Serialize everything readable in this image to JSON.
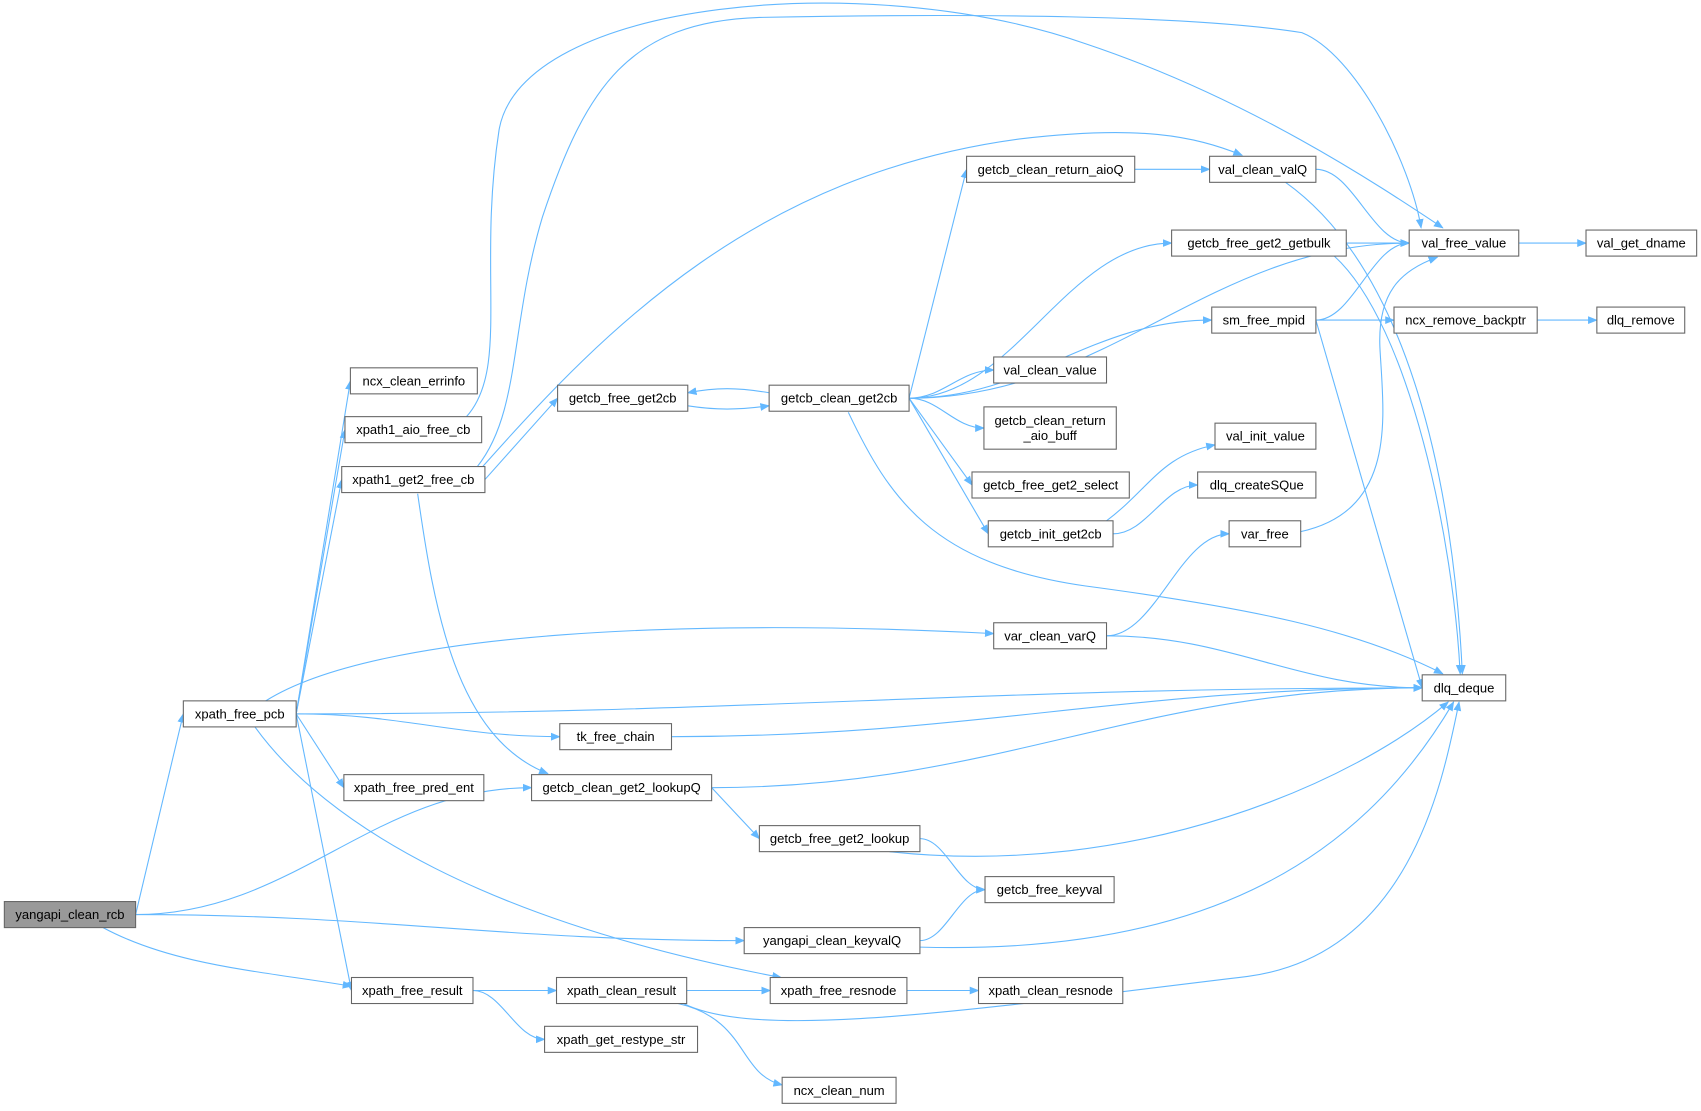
{
  "graph": {
    "root": "yangapi_clean_rcb",
    "colors": {
      "edge": "#63b8ff",
      "root_fill": "#999999",
      "node_border": "#666666"
    },
    "nodes": [
      {
        "id": "yangapi_clean_rcb",
        "label": "yangapi_clean_rcb"
      },
      {
        "id": "xpath_free_pcb",
        "label": "xpath_free_pcb"
      },
      {
        "id": "ncx_clean_errinfo",
        "label": "ncx_clean_errinfo"
      },
      {
        "id": "xpath1_aio_free_cb",
        "label": "xpath1_aio_free_cb"
      },
      {
        "id": "xpath1_get2_free_cb",
        "label": "xpath1_get2_free_cb"
      },
      {
        "id": "xpath_free_pred_ent",
        "label": "xpath_free_pred_ent"
      },
      {
        "id": "xpath_free_result",
        "label": "xpath_free_result"
      },
      {
        "id": "getcb_free_get2cb",
        "label": "getcb_free_get2cb"
      },
      {
        "id": "getcb_clean_get2_lookupQ",
        "label": "getcb_clean_get2_lookupQ"
      },
      {
        "id": "tk_free_chain",
        "label": "tk_free_chain"
      },
      {
        "id": "xpath_clean_result",
        "label": "xpath_clean_result"
      },
      {
        "id": "xpath_get_restype_str",
        "label": "xpath_get_restype_str"
      },
      {
        "id": "ncx_clean_num",
        "label": "ncx_clean_num"
      },
      {
        "id": "getcb_clean_get2cb",
        "label": "getcb_clean_get2cb"
      },
      {
        "id": "getcb_free_get2_lookup",
        "label": "getcb_free_get2_lookup"
      },
      {
        "id": "yangapi_clean_keyvalQ",
        "label": "yangapi_clean_keyvalQ"
      },
      {
        "id": "xpath_free_resnode",
        "label": "xpath_free_resnode"
      },
      {
        "id": "getcb_clean_return_aioQ",
        "label": "getcb_clean_return_aioQ"
      },
      {
        "id": "val_clean_value",
        "label": "val_clean_value"
      },
      {
        "id": "getcb_clean_return_aio_buff",
        "label": "getcb_clean_return",
        "label2": "_aio_buff"
      },
      {
        "id": "getcb_free_get2_select",
        "label": "getcb_free_get2_select"
      },
      {
        "id": "getcb_init_get2cb",
        "label": "getcb_init_get2cb"
      },
      {
        "id": "var_clean_varQ",
        "label": "var_clean_varQ"
      },
      {
        "id": "getcb_free_keyval",
        "label": "getcb_free_keyval"
      },
      {
        "id": "xpath_clean_resnode",
        "label": "xpath_clean_resnode"
      },
      {
        "id": "val_clean_valQ",
        "label": "val_clean_valQ"
      },
      {
        "id": "getcb_free_get2_getbulk",
        "label": "getcb_free_get2_getbulk"
      },
      {
        "id": "sm_free_mpid",
        "label": "sm_free_mpid"
      },
      {
        "id": "val_init_value",
        "label": "val_init_value"
      },
      {
        "id": "dlq_createSQue",
        "label": "dlq_createSQue"
      },
      {
        "id": "var_free",
        "label": "var_free"
      },
      {
        "id": "val_free_value",
        "label": "val_free_value"
      },
      {
        "id": "ncx_remove_backptr",
        "label": "ncx_remove_backptr"
      },
      {
        "id": "dlq_deque",
        "label": "dlq_deque"
      },
      {
        "id": "val_get_dname",
        "label": "val_get_dname"
      },
      {
        "id": "dlq_remove",
        "label": "dlq_remove"
      }
    ],
    "edges": [
      [
        "yangapi_clean_rcb",
        "xpath_free_pcb"
      ],
      [
        "yangapi_clean_rcb",
        "getcb_clean_get2_lookupQ"
      ],
      [
        "yangapi_clean_rcb",
        "yangapi_clean_keyvalQ"
      ],
      [
        "yangapi_clean_rcb",
        "xpath_free_result"
      ],
      [
        "xpath_free_pcb",
        "ncx_clean_errinfo"
      ],
      [
        "xpath_free_pcb",
        "xpath1_aio_free_cb"
      ],
      [
        "xpath_free_pcb",
        "xpath1_get2_free_cb"
      ],
      [
        "xpath_free_pcb",
        "var_clean_varQ"
      ],
      [
        "xpath_free_pcb",
        "dlq_deque"
      ],
      [
        "xpath_free_pcb",
        "tk_free_chain"
      ],
      [
        "xpath_free_pcb",
        "xpath_free_pred_ent"
      ],
      [
        "xpath_free_pcb",
        "xpath_free_resnode"
      ],
      [
        "xpath_free_pcb",
        "xpath_free_result"
      ],
      [
        "xpath1_aio_free_cb",
        "val_free_value"
      ],
      [
        "xpath1_get2_free_cb",
        "val_free_value"
      ],
      [
        "xpath1_get2_free_cb",
        "val_clean_valQ"
      ],
      [
        "xpath1_get2_free_cb",
        "getcb_free_get2cb"
      ],
      [
        "xpath1_get2_free_cb",
        "getcb_clean_get2_lookupQ"
      ],
      [
        "getcb_free_get2cb",
        "getcb_clean_get2cb"
      ],
      [
        "getcb_clean_get2cb",
        "getcb_free_get2cb"
      ],
      [
        "getcb_clean_get2cb",
        "getcb_clean_return_aioQ"
      ],
      [
        "getcb_clean_get2cb",
        "val_free_value"
      ],
      [
        "getcb_clean_get2cb",
        "getcb_free_get2_getbulk"
      ],
      [
        "getcb_clean_get2cb",
        "sm_free_mpid"
      ],
      [
        "getcb_clean_get2cb",
        "val_clean_value"
      ],
      [
        "getcb_clean_get2cb",
        "getcb_clean_return_aio_buff"
      ],
      [
        "getcb_clean_get2cb",
        "getcb_free_get2_select"
      ],
      [
        "getcb_clean_get2cb",
        "getcb_init_get2cb"
      ],
      [
        "getcb_clean_get2cb",
        "dlq_deque"
      ],
      [
        "getcb_clean_return_aioQ",
        "val_clean_valQ"
      ],
      [
        "val_clean_valQ",
        "val_free_value"
      ],
      [
        "val_clean_valQ",
        "dlq_deque"
      ],
      [
        "getcb_free_get2_getbulk",
        "val_free_value"
      ],
      [
        "getcb_free_get2_getbulk",
        "dlq_deque"
      ],
      [
        "sm_free_mpid",
        "val_free_value"
      ],
      [
        "sm_free_mpid",
        "ncx_remove_backptr"
      ],
      [
        "sm_free_mpid",
        "dlq_deque"
      ],
      [
        "val_free_value",
        "val_get_dname"
      ],
      [
        "ncx_remove_backptr",
        "dlq_remove"
      ],
      [
        "getcb_init_get2cb",
        "val_init_value"
      ],
      [
        "getcb_init_get2cb",
        "dlq_createSQue"
      ],
      [
        "var_clean_varQ",
        "var_free"
      ],
      [
        "var_clean_varQ",
        "dlq_deque"
      ],
      [
        "var_free",
        "val_free_value"
      ],
      [
        "tk_free_chain",
        "dlq_deque"
      ],
      [
        "getcb_clean_get2_lookupQ",
        "dlq_deque"
      ],
      [
        "getcb_clean_get2_lookupQ",
        "getcb_free_get2_lookup"
      ],
      [
        "getcb_free_get2_lookup",
        "dlq_deque"
      ],
      [
        "getcb_free_get2_lookup",
        "getcb_free_keyval"
      ],
      [
        "yangapi_clean_keyvalQ",
        "getcb_free_keyval"
      ],
      [
        "yangapi_clean_keyvalQ",
        "dlq_deque"
      ],
      [
        "xpath_free_result",
        "xpath_clean_result"
      ],
      [
        "xpath_free_result",
        "xpath_get_restype_str"
      ],
      [
        "xpath_clean_result",
        "xpath_free_resnode"
      ],
      [
        "xpath_clean_result",
        "ncx_clean_num"
      ],
      [
        "xpath_clean_result",
        "dlq_deque"
      ],
      [
        "xpath_free_resnode",
        "xpath_clean_resnode"
      ]
    ]
  }
}
